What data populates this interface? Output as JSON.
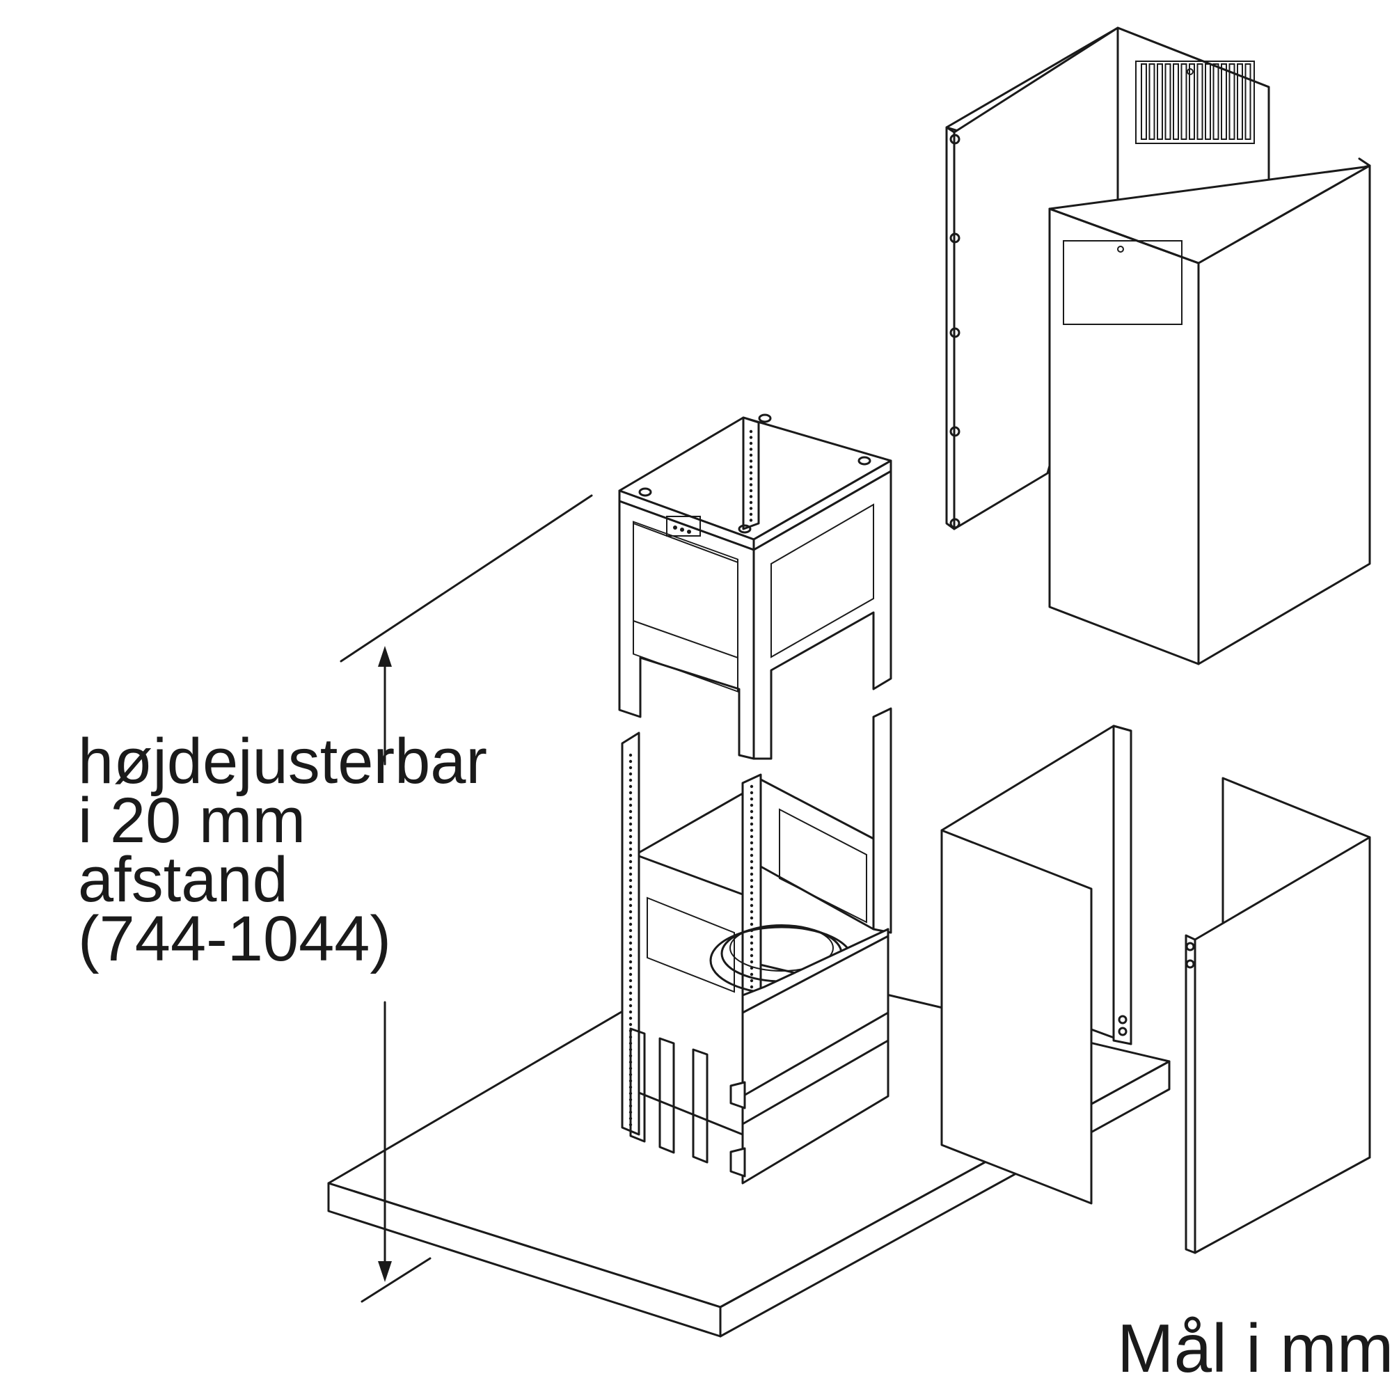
{
  "dimension_label": {
    "line1": "højdejusterbar",
    "line2": "i 20 mm",
    "line3": "afstand",
    "line4": "(744-1044)"
  },
  "units_note": "Mål i mm",
  "colors": {
    "line": "#1a1a1a",
    "background": "#ffffff"
  }
}
